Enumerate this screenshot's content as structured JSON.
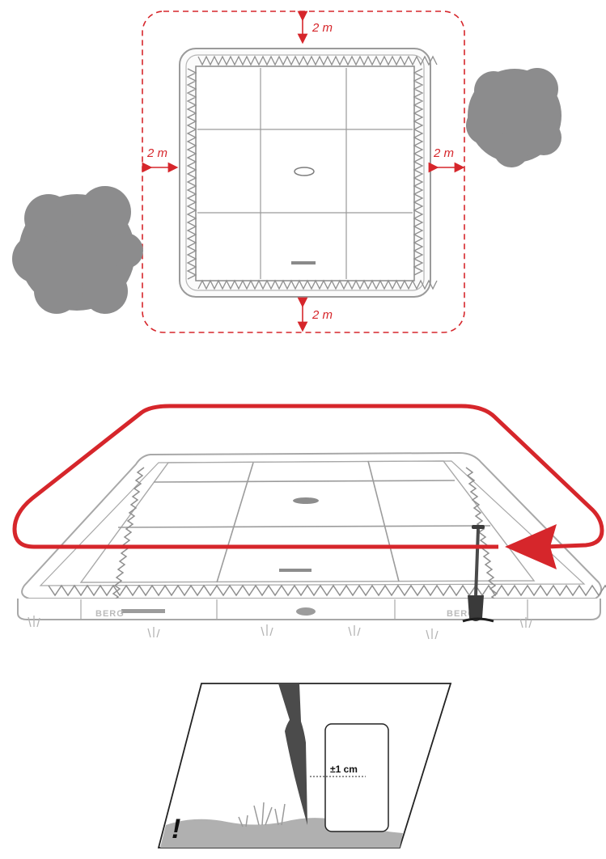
{
  "top_view": {
    "clearance_top": "2 m",
    "clearance_left": "2 m",
    "clearance_right": "2 m",
    "clearance_bottom": "2 m"
  },
  "perspective_view": {
    "brand_left": "BERG",
    "brand_right": "BERG"
  },
  "dig_detail": {
    "tolerance": "±1 cm",
    "warning_mark": "!"
  },
  "colors": {
    "accent_red": "#d6262b",
    "tree_gray": "#8c8c8d",
    "frame_gray": "#a8a8a8"
  }
}
